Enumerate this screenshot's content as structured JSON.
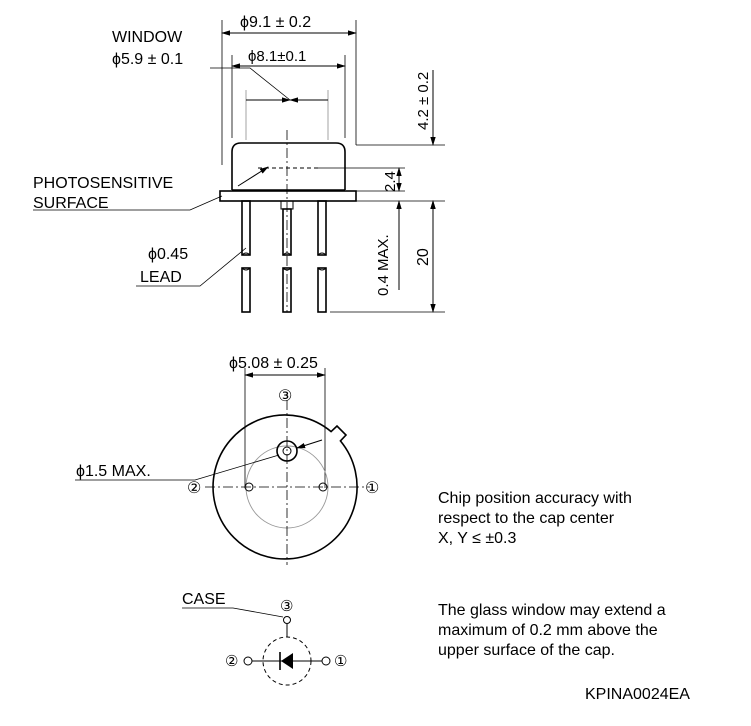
{
  "labels": {
    "cap_diameter": "ϕ9.1 ± 0.2",
    "window": "WINDOW",
    "window_diameter": "ϕ5.9 ± 0.1",
    "inner_diameter": "ϕ8.1±0.1",
    "cap_height": "4.2 ± 0.2",
    "surface_height": "2.4",
    "photosensitive_line1": "PHOTOSENSITIVE",
    "photosensitive_line2": "SURFACE",
    "lead_diameter": "ϕ0.45",
    "lead": "LEAD",
    "flange_max": "0.4 MAX.",
    "lead_length": "20",
    "pin_circle": "ϕ5.08 ± 0.25",
    "chip_max": "ϕ1.5 MAX.",
    "pin1": "①",
    "pin2": "②",
    "pin3": "③",
    "case": "CASE"
  },
  "notes": {
    "chip_position": "Chip position accuracy with\nrespect to the cap center\nX, Y ≤ ±0.3",
    "glass_window": "The glass window may extend a\nmaximum of 0.2 mm above the\nupper surface of the cap."
  },
  "doc_code": "KPINA0024EA"
}
